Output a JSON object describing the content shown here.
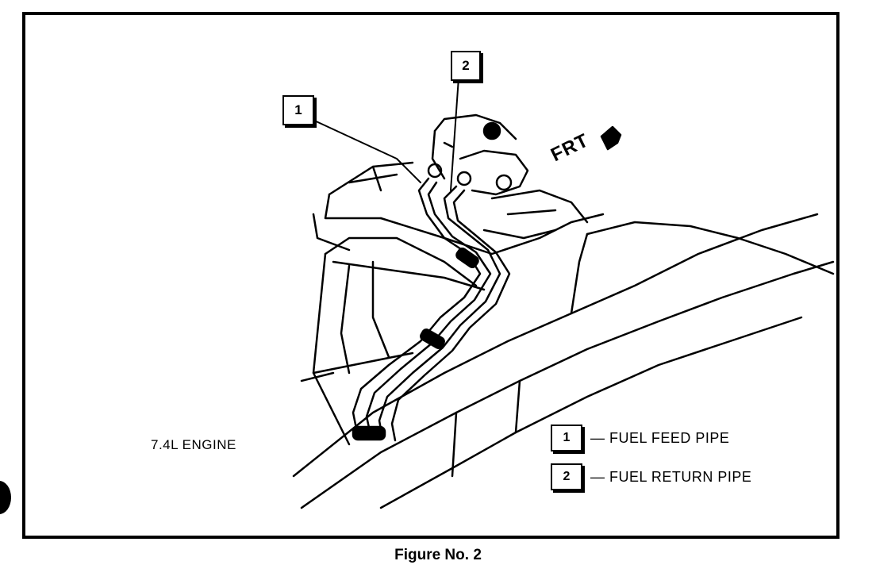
{
  "figure": {
    "caption": "Figure No. 2",
    "engine_label": "7.4L ENGINE",
    "direction_label": "FRT",
    "callouts": [
      {
        "number": "1"
      },
      {
        "number": "2"
      }
    ],
    "legend": [
      {
        "number": "1",
        "text": "— FUEL FEED PIPE"
      },
      {
        "number": "2",
        "text": "— FUEL RETURN PIPE"
      }
    ]
  }
}
